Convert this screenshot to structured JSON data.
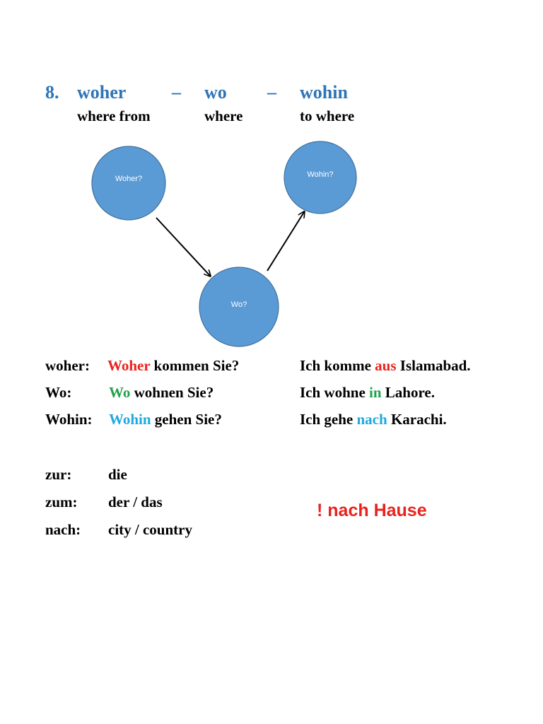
{
  "header": {
    "number": "8.",
    "word1": "woher",
    "dash1": "–",
    "word2": "wo",
    "dash2": "–",
    "word3": "wohin",
    "sub1": "where from",
    "sub2": "where",
    "sub3": "to where"
  },
  "diagram": {
    "node_woher": "Woher?",
    "node_wohin": "Wohin?",
    "node_wo": "Wo?",
    "node_color": "#5B9BD5",
    "node_border": "#41719C"
  },
  "examples": [
    {
      "label": "woher:",
      "q_highlight": "Woher",
      "q_rest": " kommen Sie?",
      "a_pre": "Ich komme ",
      "a_highlight": "aus",
      "a_post": " Islamabad."
    },
    {
      "label": "Wo:",
      "q_highlight": "Wo",
      "q_rest": " wohnen Sie?",
      "a_pre": "Ich wohne ",
      "a_highlight": "in",
      "a_post": " Lahore."
    },
    {
      "label": "Wohin:",
      "q_highlight": "Wohin",
      "q_rest": " gehen Sie?",
      "a_pre": "Ich gehe ",
      "a_highlight": "nach",
      "a_post": " Karachi."
    }
  ],
  "prepositions": [
    {
      "label": "zur:",
      "value": "die"
    },
    {
      "label": "zum:",
      "value": "der / das"
    },
    {
      "label": "nach:",
      "value": "city / country"
    }
  ],
  "note": "! nach Hause",
  "colors": {
    "heading": "#2E75B6",
    "red": "#E8231E",
    "green": "#1FA24A",
    "cyan": "#1FA9E1"
  }
}
